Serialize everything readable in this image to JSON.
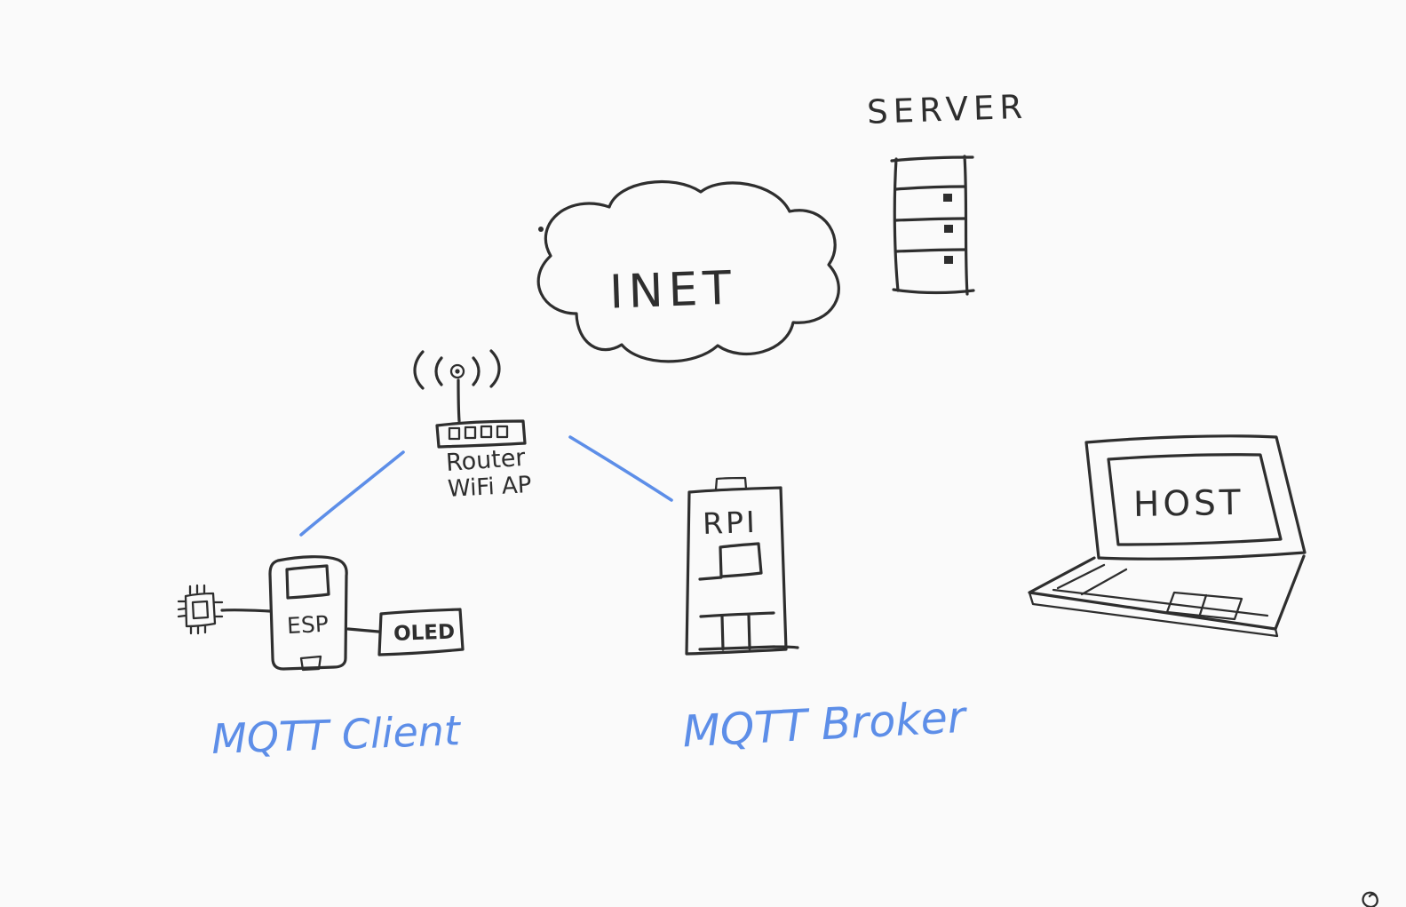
{
  "colors": {
    "ink": "#2e2e2e",
    "accent": "#5d8ee8",
    "background": "#fafafa"
  },
  "diagram": {
    "type": "hand-drawn-network-sketch",
    "nodes": {
      "inet": {
        "label": "INET"
      },
      "server": {
        "label": "SERVER"
      },
      "router": {
        "label_line1": "Router",
        "label_line2": "WiFi AP"
      },
      "esp": {
        "label": "ESP"
      },
      "oled": {
        "label": "OLED"
      },
      "rpi": {
        "label": "RPI"
      },
      "host": {
        "label": "HOST"
      }
    },
    "annotations": {
      "mqtt_client": "MQTT Client",
      "mqtt_broker": "MQTT Broker"
    },
    "edges": [
      {
        "from": "esp",
        "to": "router",
        "style": "wireless-blue"
      },
      {
        "from": "router",
        "to": "rpi",
        "style": "wireless-blue"
      },
      {
        "from": "chip",
        "to": "esp",
        "style": "wire-ink"
      },
      {
        "from": "esp",
        "to": "oled",
        "style": "wire-ink"
      }
    ]
  }
}
